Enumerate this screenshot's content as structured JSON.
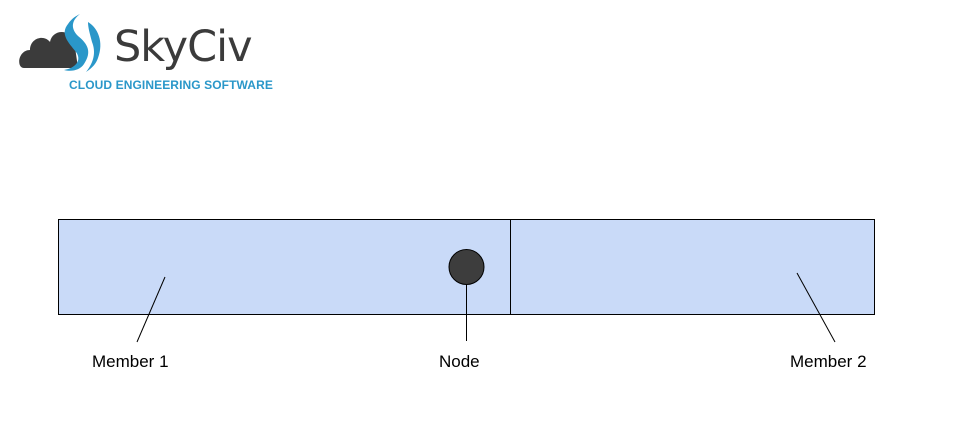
{
  "logo": {
    "wordmark": "SkyCiv",
    "tagline": "CLOUD ENGINEERING SOFTWARE",
    "icon": "skyciv-cloud-logo-icon",
    "colors": {
      "cloud": "#3b3b3b",
      "swoosh": "#2a97c9",
      "tagline": "#2a97c9"
    }
  },
  "diagram": {
    "labels": {
      "member_1": "Member 1",
      "node": "Node",
      "member_2": "Member 2"
    },
    "colors": {
      "member_fill": "#c9daf8",
      "member_stroke": "#000000",
      "node_fill": "#3d3d3d"
    }
  }
}
